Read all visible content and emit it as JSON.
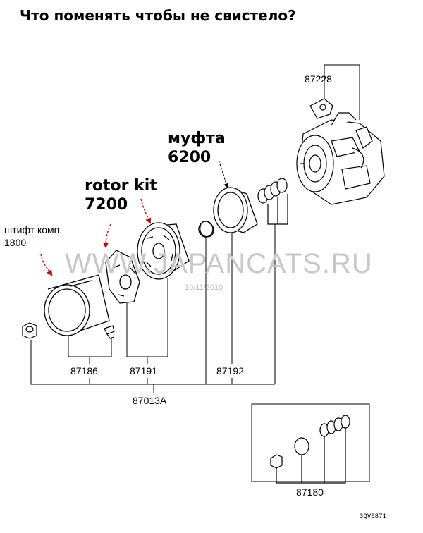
{
  "title": "Что поменять чтобы не свистело?",
  "annotations": {
    "pin": {
      "name": "штифт комп.",
      "price": "1800"
    },
    "rotor_kit": {
      "name": "rotor kit",
      "price": "7200"
    },
    "clutch": {
      "name": "муфта",
      "price": "6200"
    }
  },
  "part_numbers": {
    "bracket": "87228",
    "cover": "87186",
    "plate": "87191",
    "pulley": "87192",
    "assembly": "87013A",
    "repair_kit": "87180"
  },
  "watermark": "WWW.JAPANCATS.RU",
  "date": "10/11/2010",
  "diagram_code": "3QV0871",
  "colors": {
    "line": "#000000",
    "arrow": "#d00000",
    "watermark": "#c8c8c8"
  }
}
